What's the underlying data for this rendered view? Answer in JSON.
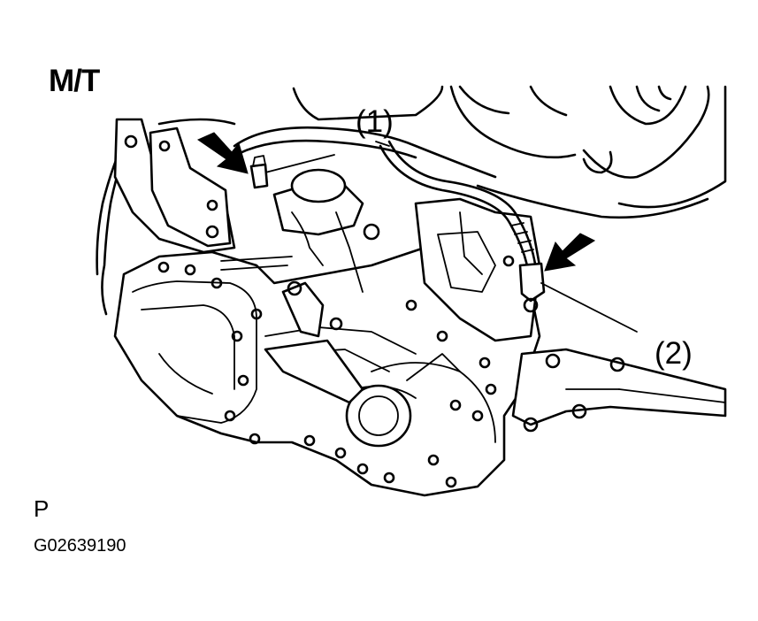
{
  "diagram": {
    "title": "M/T",
    "callouts": [
      "(1)",
      "(2)"
    ],
    "view_label": "P",
    "figure_code": "G02639190",
    "icons": [
      "arrow-left-connector-icon",
      "arrow-right-connector-icon"
    ]
  }
}
